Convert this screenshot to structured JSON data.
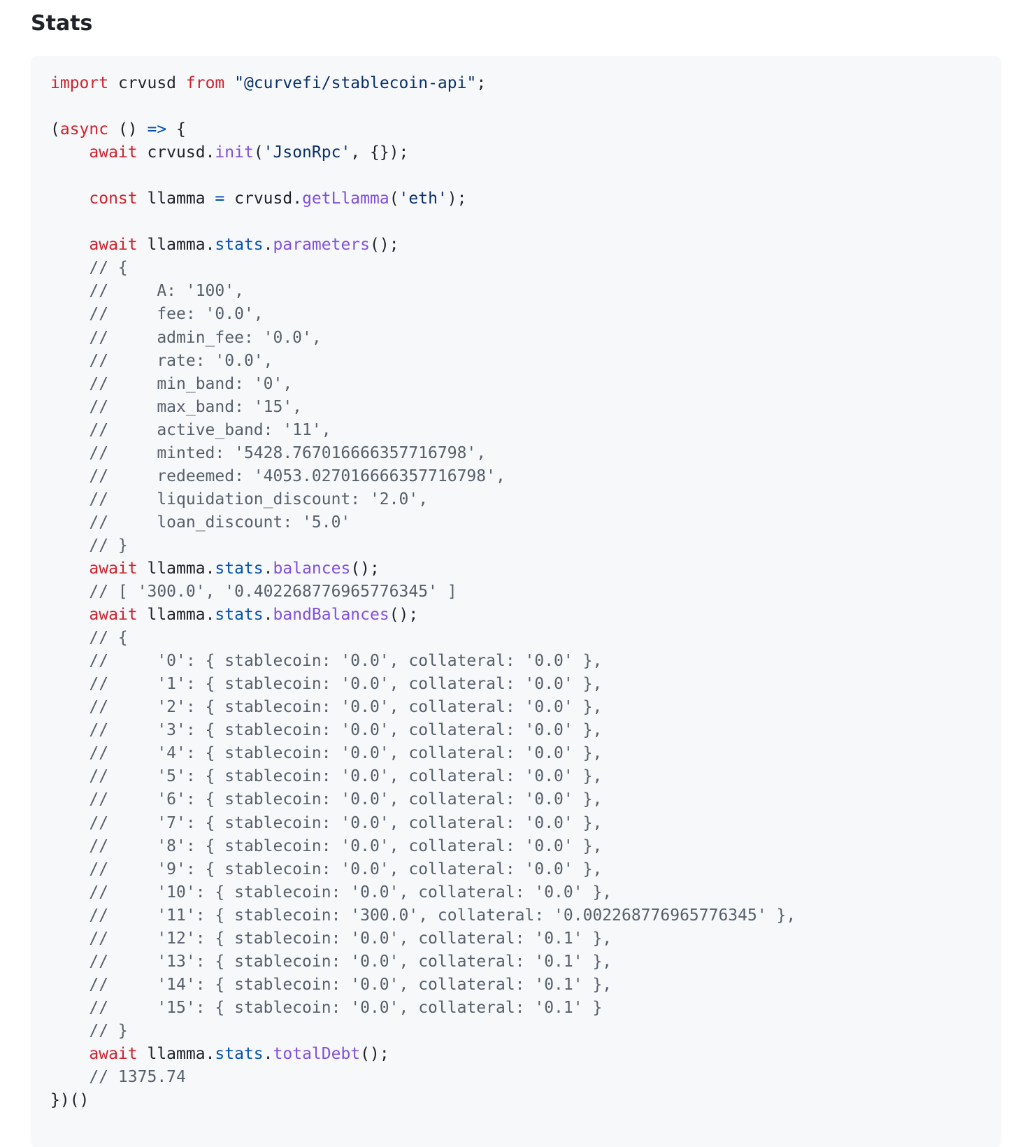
{
  "section": {
    "title": "Stats"
  },
  "colors": {
    "keyword": "#cf222e",
    "operator": "#0550ae",
    "property": "#0550ae",
    "function": "#8250df",
    "string": "#0a3069",
    "comment": "#57606a",
    "plain": "#1f2328",
    "code_background": "#f6f8fa"
  },
  "code": {
    "language": "javascript",
    "lines": [
      [
        [
          "keyword",
          "import"
        ],
        [
          "plain",
          " crvusd "
        ],
        [
          "keyword",
          "from"
        ],
        [
          "plain",
          " "
        ],
        [
          "string",
          "\"@curvefi/stablecoin-api\""
        ],
        [
          "plain",
          ";"
        ]
      ],
      [],
      [
        [
          "plain",
          "("
        ],
        [
          "keyword",
          "async"
        ],
        [
          "plain",
          " () "
        ],
        [
          "operator",
          "=>"
        ],
        [
          "plain",
          " {"
        ]
      ],
      [
        [
          "plain",
          "    "
        ],
        [
          "keyword",
          "await"
        ],
        [
          "plain",
          " crvusd."
        ],
        [
          "function",
          "init"
        ],
        [
          "plain",
          "("
        ],
        [
          "string",
          "'JsonRpc'"
        ],
        [
          "plain",
          ", {});"
        ]
      ],
      [],
      [
        [
          "plain",
          "    "
        ],
        [
          "keyword",
          "const"
        ],
        [
          "plain",
          " llamma "
        ],
        [
          "operator",
          "="
        ],
        [
          "plain",
          " crvusd."
        ],
        [
          "function",
          "getLlamma"
        ],
        [
          "plain",
          "("
        ],
        [
          "string",
          "'eth'"
        ],
        [
          "plain",
          ");"
        ]
      ],
      [],
      [
        [
          "plain",
          "    "
        ],
        [
          "keyword",
          "await"
        ],
        [
          "plain",
          " llamma."
        ],
        [
          "property",
          "stats"
        ],
        [
          "plain",
          "."
        ],
        [
          "function",
          "parameters"
        ],
        [
          "plain",
          "();"
        ]
      ],
      [
        [
          "plain",
          "    "
        ],
        [
          "comment",
          "// {"
        ]
      ],
      [
        [
          "plain",
          "    "
        ],
        [
          "comment",
          "//     A: '100',"
        ]
      ],
      [
        [
          "plain",
          "    "
        ],
        [
          "comment",
          "//     fee: '0.0',"
        ]
      ],
      [
        [
          "plain",
          "    "
        ],
        [
          "comment",
          "//     admin_fee: '0.0',"
        ]
      ],
      [
        [
          "plain",
          "    "
        ],
        [
          "comment",
          "//     rate: '0.0',"
        ]
      ],
      [
        [
          "plain",
          "    "
        ],
        [
          "comment",
          "//     min_band: '0',"
        ]
      ],
      [
        [
          "plain",
          "    "
        ],
        [
          "comment",
          "//     max_band: '15',"
        ]
      ],
      [
        [
          "plain",
          "    "
        ],
        [
          "comment",
          "//     active_band: '11',"
        ]
      ],
      [
        [
          "plain",
          "    "
        ],
        [
          "comment",
          "//     minted: '5428.767016666357716798',"
        ]
      ],
      [
        [
          "plain",
          "    "
        ],
        [
          "comment",
          "//     redeemed: '4053.027016666357716798',"
        ]
      ],
      [
        [
          "plain",
          "    "
        ],
        [
          "comment",
          "//     liquidation_discount: '2.0',"
        ]
      ],
      [
        [
          "plain",
          "    "
        ],
        [
          "comment",
          "//     loan_discount: '5.0'"
        ]
      ],
      [
        [
          "plain",
          "    "
        ],
        [
          "comment",
          "// }"
        ]
      ],
      [
        [
          "plain",
          "    "
        ],
        [
          "keyword",
          "await"
        ],
        [
          "plain",
          " llamma."
        ],
        [
          "property",
          "stats"
        ],
        [
          "plain",
          "."
        ],
        [
          "function",
          "balances"
        ],
        [
          "plain",
          "();"
        ]
      ],
      [
        [
          "plain",
          "    "
        ],
        [
          "comment",
          "// [ '300.0', '0.402268776965776345' ]"
        ]
      ],
      [
        [
          "plain",
          "    "
        ],
        [
          "keyword",
          "await"
        ],
        [
          "plain",
          " llamma."
        ],
        [
          "property",
          "stats"
        ],
        [
          "plain",
          "."
        ],
        [
          "function",
          "bandBalances"
        ],
        [
          "plain",
          "();"
        ]
      ],
      [
        [
          "plain",
          "    "
        ],
        [
          "comment",
          "// {"
        ]
      ],
      [
        [
          "plain",
          "    "
        ],
        [
          "comment",
          "//     '0': { stablecoin: '0.0', collateral: '0.0' },"
        ]
      ],
      [
        [
          "plain",
          "    "
        ],
        [
          "comment",
          "//     '1': { stablecoin: '0.0', collateral: '0.0' },"
        ]
      ],
      [
        [
          "plain",
          "    "
        ],
        [
          "comment",
          "//     '2': { stablecoin: '0.0', collateral: '0.0' },"
        ]
      ],
      [
        [
          "plain",
          "    "
        ],
        [
          "comment",
          "//     '3': { stablecoin: '0.0', collateral: '0.0' },"
        ]
      ],
      [
        [
          "plain",
          "    "
        ],
        [
          "comment",
          "//     '4': { stablecoin: '0.0', collateral: '0.0' },"
        ]
      ],
      [
        [
          "plain",
          "    "
        ],
        [
          "comment",
          "//     '5': { stablecoin: '0.0', collateral: '0.0' },"
        ]
      ],
      [
        [
          "plain",
          "    "
        ],
        [
          "comment",
          "//     '6': { stablecoin: '0.0', collateral: '0.0' },"
        ]
      ],
      [
        [
          "plain",
          "    "
        ],
        [
          "comment",
          "//     '7': { stablecoin: '0.0', collateral: '0.0' },"
        ]
      ],
      [
        [
          "plain",
          "    "
        ],
        [
          "comment",
          "//     '8': { stablecoin: '0.0', collateral: '0.0' },"
        ]
      ],
      [
        [
          "plain",
          "    "
        ],
        [
          "comment",
          "//     '9': { stablecoin: '0.0', collateral: '0.0' },"
        ]
      ],
      [
        [
          "plain",
          "    "
        ],
        [
          "comment",
          "//     '10': { stablecoin: '0.0', collateral: '0.0' },"
        ]
      ],
      [
        [
          "plain",
          "    "
        ],
        [
          "comment",
          "//     '11': { stablecoin: '300.0', collateral: '0.002268776965776345' },"
        ]
      ],
      [
        [
          "plain",
          "    "
        ],
        [
          "comment",
          "//     '12': { stablecoin: '0.0', collateral: '0.1' },"
        ]
      ],
      [
        [
          "plain",
          "    "
        ],
        [
          "comment",
          "//     '13': { stablecoin: '0.0', collateral: '0.1' },"
        ]
      ],
      [
        [
          "plain",
          "    "
        ],
        [
          "comment",
          "//     '14': { stablecoin: '0.0', collateral: '0.1' },"
        ]
      ],
      [
        [
          "plain",
          "    "
        ],
        [
          "comment",
          "//     '15': { stablecoin: '0.0', collateral: '0.1' }"
        ]
      ],
      [
        [
          "plain",
          "    "
        ],
        [
          "comment",
          "// }"
        ]
      ],
      [
        [
          "plain",
          "    "
        ],
        [
          "keyword",
          "await"
        ],
        [
          "plain",
          " llamma."
        ],
        [
          "property",
          "stats"
        ],
        [
          "plain",
          "."
        ],
        [
          "function",
          "totalDebt"
        ],
        [
          "plain",
          "();"
        ]
      ],
      [
        [
          "plain",
          "    "
        ],
        [
          "comment",
          "// 1375.74"
        ]
      ],
      [
        [
          "plain",
          "})()"
        ]
      ]
    ]
  }
}
